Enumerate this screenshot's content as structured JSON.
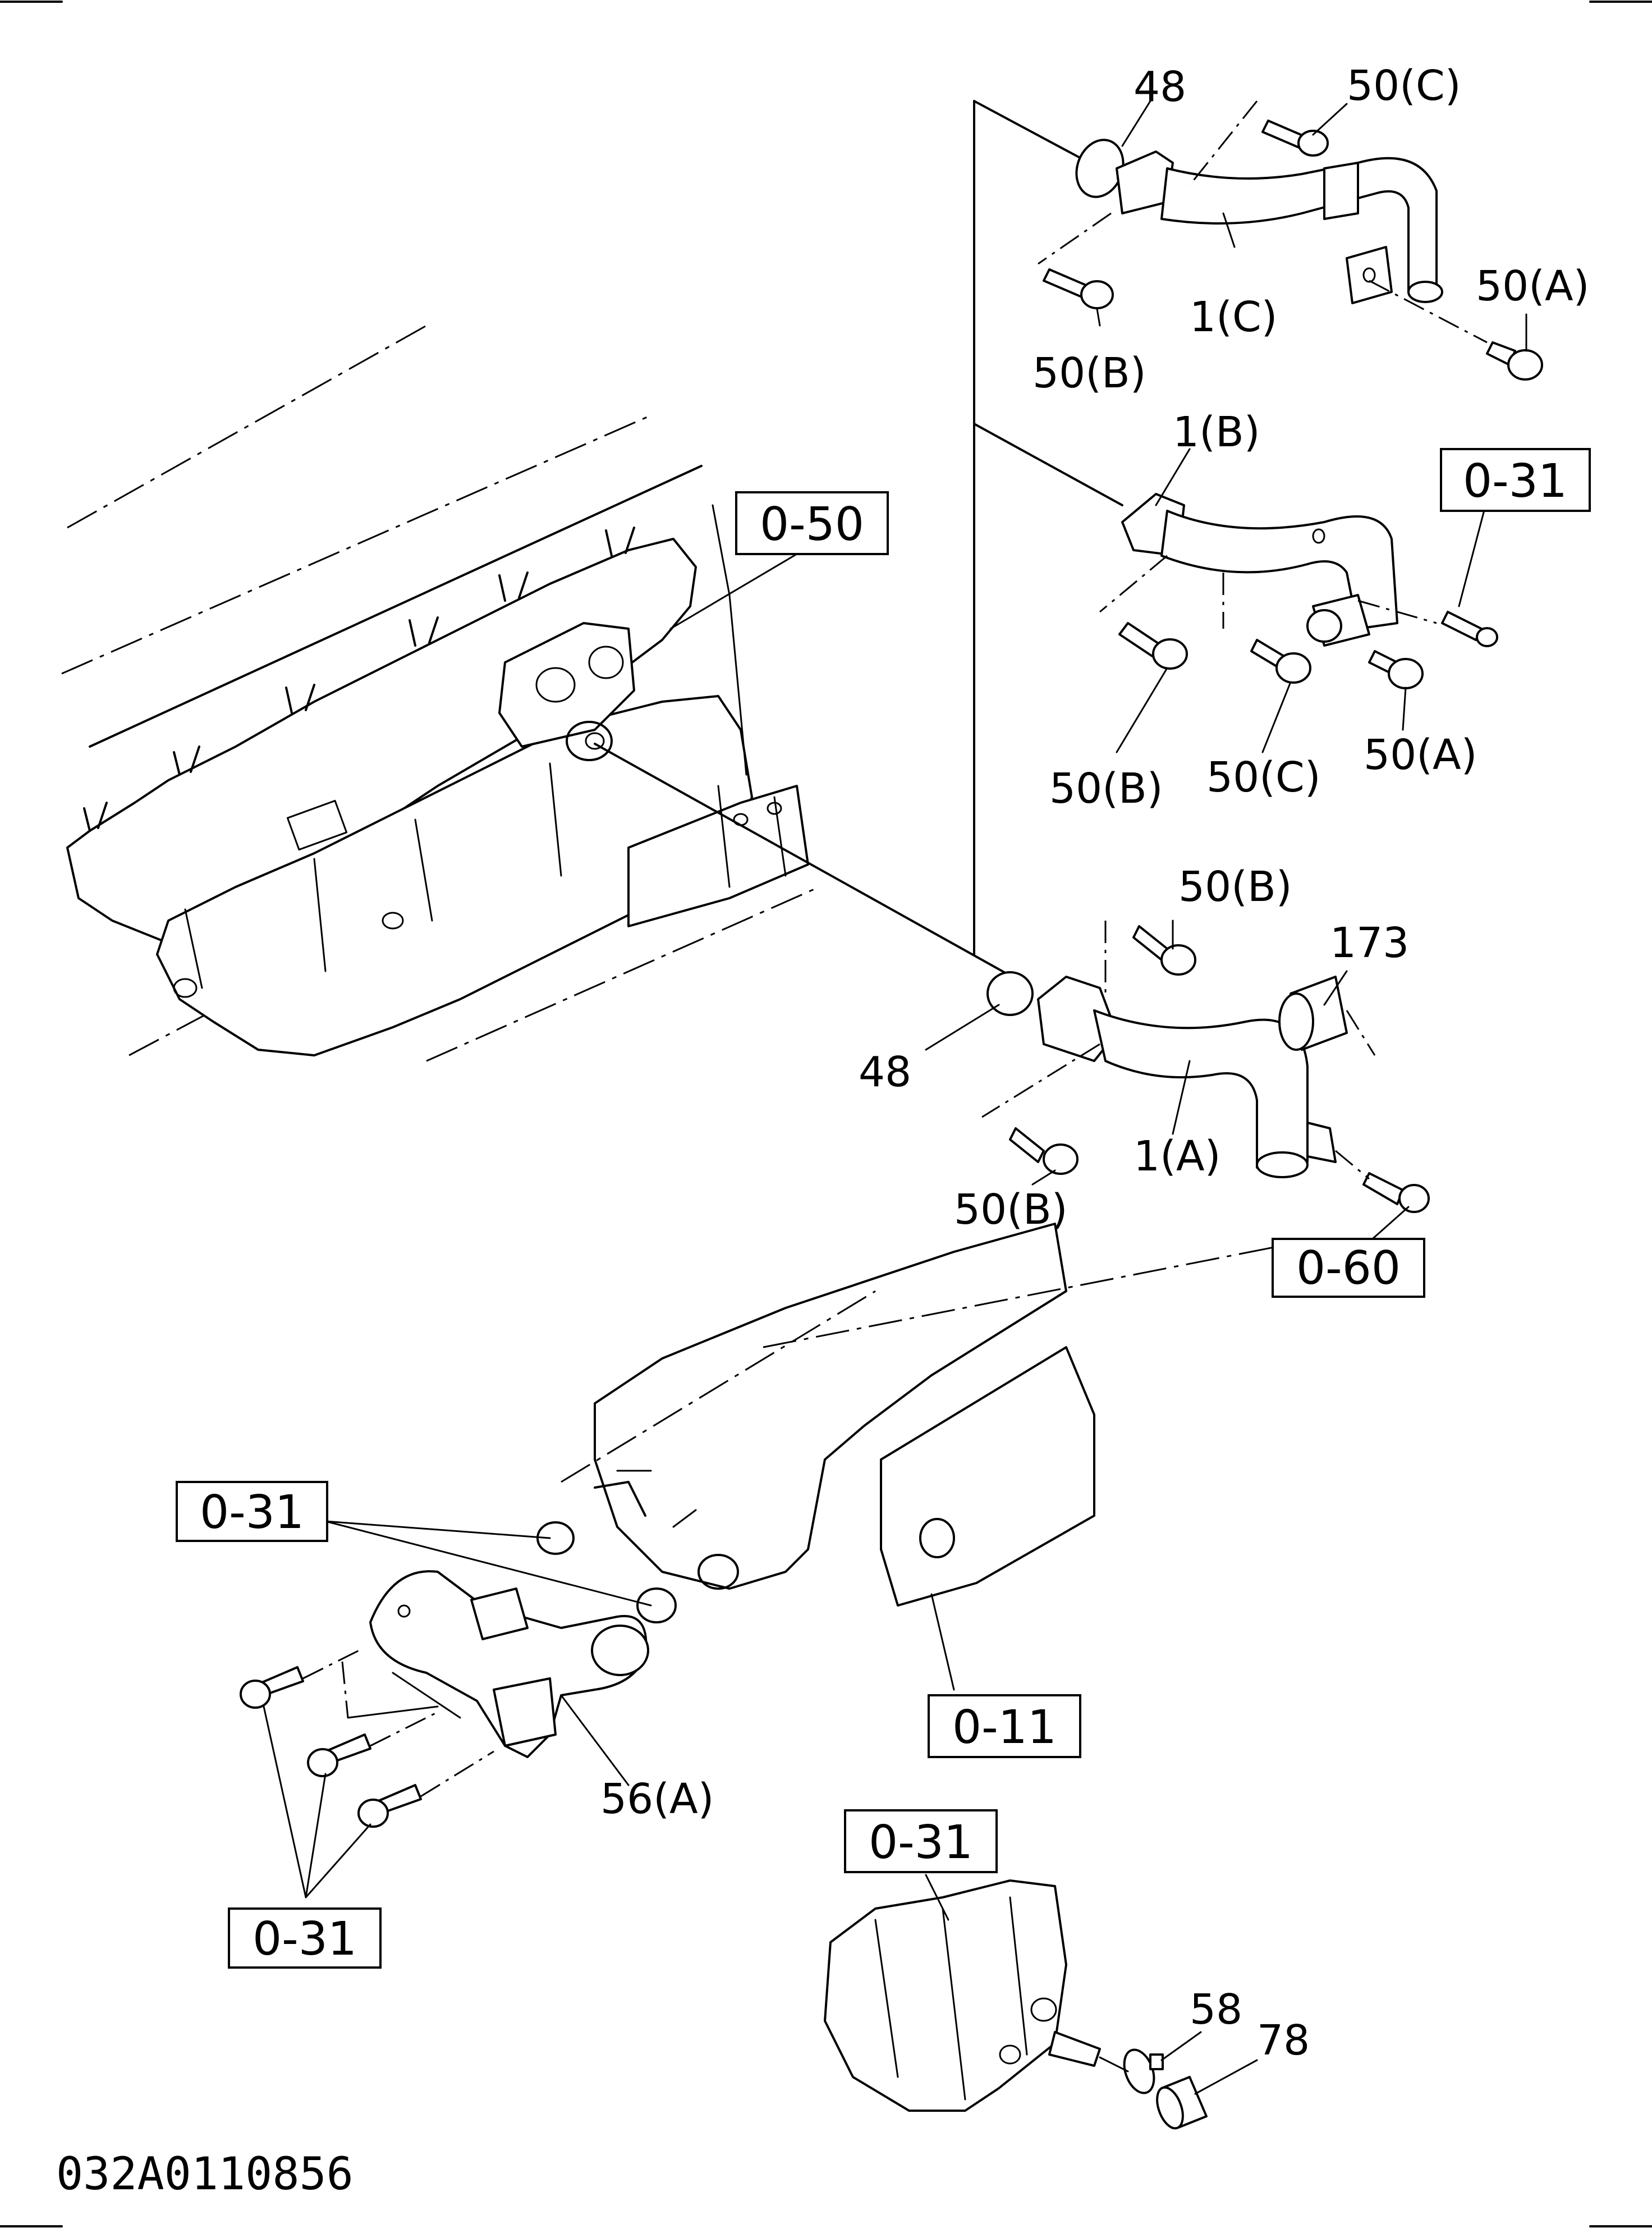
{
  "diagram_id": "032A0110856",
  "reference_boxes": [
    {
      "id": "ref-050",
      "text": "0-50"
    },
    {
      "id": "ref-031-top",
      "text": "0-31"
    },
    {
      "id": "ref-060",
      "text": "0-60"
    },
    {
      "id": "ref-031-left",
      "text": "0-31"
    },
    {
      "id": "ref-011",
      "text": "0-11"
    },
    {
      "id": "ref-031-bottom-left",
      "text": "0-31"
    },
    {
      "id": "ref-031-bottom",
      "text": "0-31"
    }
  ],
  "part_labels": {
    "p48_top": "48",
    "p50c_top": "50(C)",
    "p50a_top": "50(A)",
    "p1c": "1(C)",
    "p50b_top": "50(B)",
    "p1b": "1(B)",
    "p50b_mid": "50(B)",
    "p50c_mid": "50(C)",
    "p50a_mid": "50(A)",
    "p50b_low": "50(B)",
    "p173": "173",
    "p48_low": "48",
    "p1a": "1(A)",
    "p50b_bottom": "50(B)",
    "p56a": "56(A)",
    "p58": "58",
    "p78": "78"
  }
}
